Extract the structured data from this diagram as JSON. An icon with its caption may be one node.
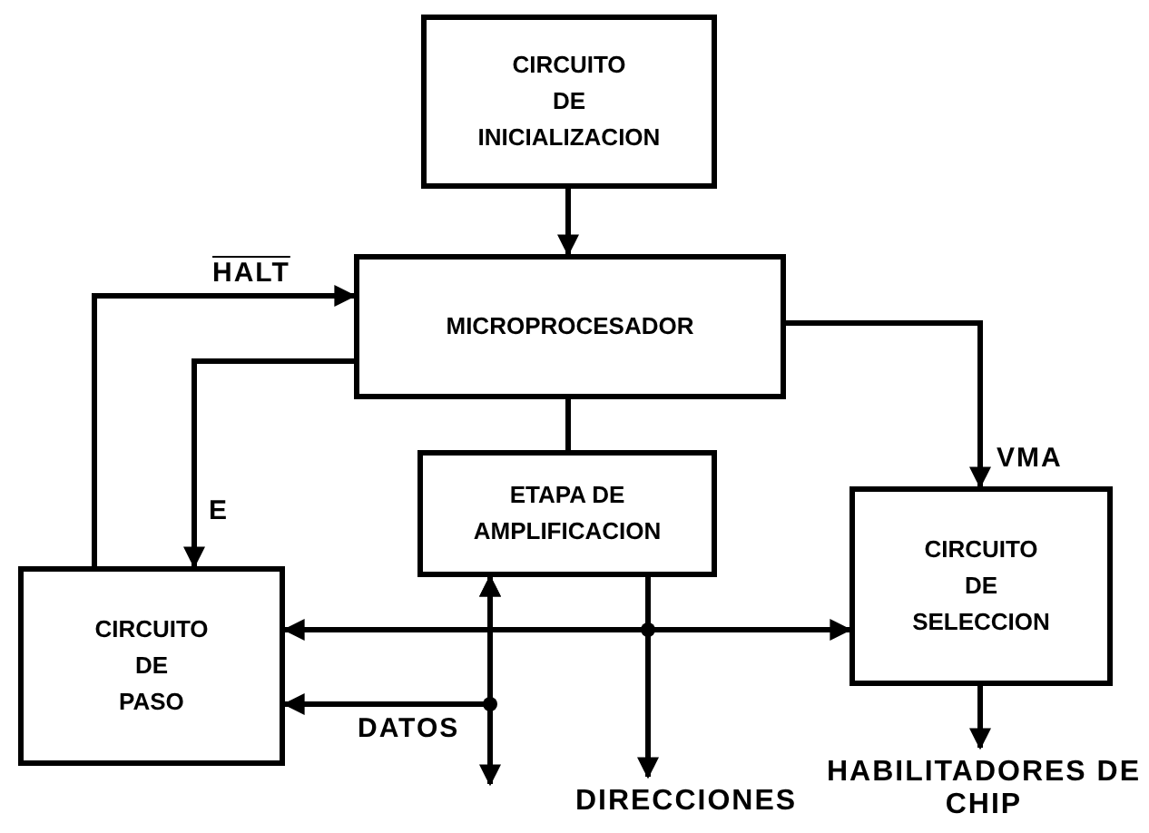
{
  "diagram": {
    "nodes": [
      {
        "text": [
          "CIRCUITO DE INICIALIZACION"
        ]
      },
      {
        "text": [
          "MICROPROCESADOR"
        ]
      },
      {
        "text": [
          "ETAPA DE AMPLIFICACION"
        ]
      },
      {
        "text": [
          "CIRCUITO DE SELECCION"
        ]
      },
      {
        "text": [
          "CIRCUITO DE PASO"
        ]
      },
      {
        "text": [
          "DIRECCIONES"
        ]
      },
      {
        "text": [
          "HABILITADORES DE CHIP"
        ]
      }
    ],
    "edges": [
      {
        "from": 0,
        "to": 1,
        "arrow": "to"
      },
      {
        "from": 4,
        "to": 1,
        "arrow": "to",
        "label": "HALT"
      },
      {
        "from": 1,
        "to": 4,
        "arrow": "to",
        "label": "E"
      },
      {
        "from": 1,
        "to": 3,
        "arrow": "to",
        "label": "VMA"
      },
      {
        "from": 1,
        "to": 2,
        "arrow": "none"
      },
      {
        "from": 2,
        "to": 4,
        "arrow": "to"
      },
      {
        "from": 2,
        "to": 3,
        "arrow": "to"
      },
      {
        "from": 2,
        "to": 5,
        "arrow": "to"
      },
      {
        "from": 2,
        "to": 4,
        "arrow": "both",
        "label": "DATOS"
      },
      {
        "from": 2,
        "to": null,
        "arrow": "both"
      },
      {
        "from": 3,
        "to": 6,
        "arrow": "to"
      }
    ]
  }
}
